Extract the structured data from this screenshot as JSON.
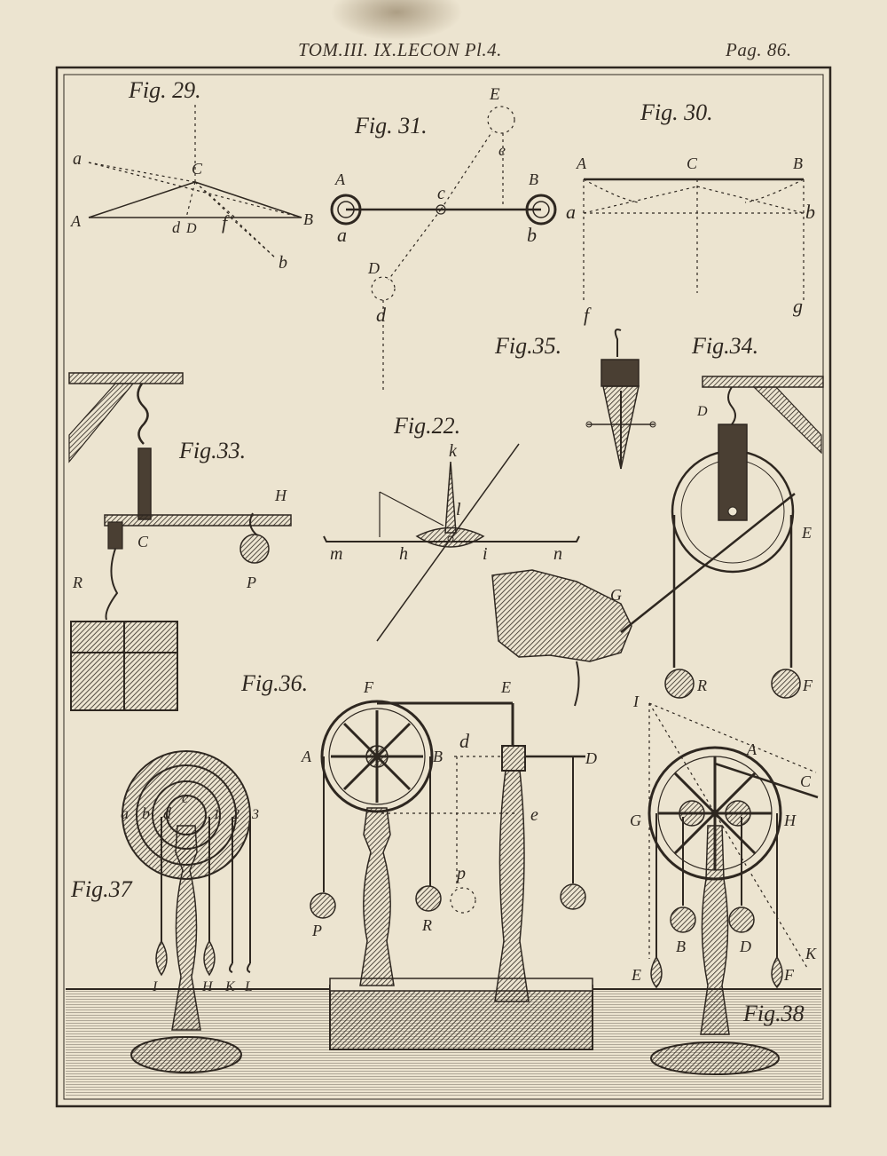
{
  "header": {
    "title": "TOM.III. IX.LECON Pl.4.",
    "page": "Pag. 86."
  },
  "figures": {
    "fig29": {
      "caption": "Fig. 29.",
      "labels": [
        "a",
        "C",
        "A",
        "d",
        "D",
        "f",
        "B",
        "b"
      ]
    },
    "fig31": {
      "caption": "Fig. 31.",
      "labels": [
        "E",
        "e",
        "A",
        "B",
        "c",
        "a",
        "b",
        "D",
        "d"
      ]
    },
    "fig30": {
      "caption": "Fig. 30.",
      "labels": [
        "A",
        "C",
        "B",
        "a",
        "b",
        "f",
        "g"
      ]
    },
    "fig35": {
      "caption": "Fig.35."
    },
    "fig34": {
      "caption": "Fig.34.",
      "labels": [
        "D",
        "E",
        "G",
        "R",
        "F"
      ]
    },
    "fig22": {
      "caption": "Fig.22.",
      "labels": [
        "k",
        "l",
        "m",
        "h",
        "i",
        "n"
      ]
    },
    "fig33": {
      "caption": "Fig.33.",
      "labels": [
        "H",
        "C",
        "R",
        "P"
      ]
    },
    "fig36": {
      "caption": "Fig.36.",
      "labels": [
        "F",
        "E",
        "A",
        "B",
        "d",
        "D",
        "e",
        "p",
        "P",
        "R"
      ]
    },
    "fig37": {
      "caption": "Fig.37",
      "labels": [
        "a",
        "b",
        "d",
        "c",
        "1",
        "2",
        "3",
        "I",
        "H",
        "K",
        "L"
      ]
    },
    "fig38": {
      "caption": "Fig.38",
      "labels": [
        "I",
        "A",
        "C",
        "G",
        "H",
        "B",
        "D",
        "E",
        "F",
        "K"
      ]
    }
  },
  "colors": {
    "ink": "#2e2720",
    "paper": "#ece4d0"
  }
}
